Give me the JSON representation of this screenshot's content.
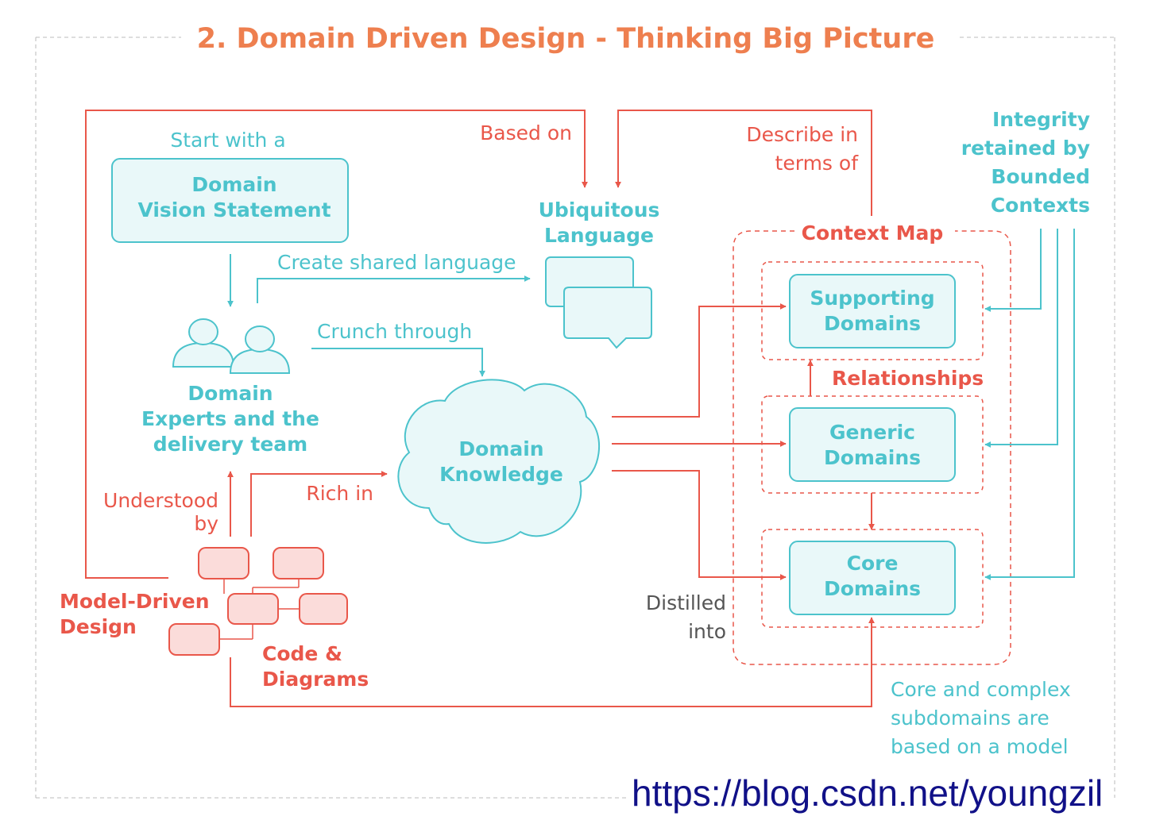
{
  "title": "2. Domain Driven Design - Thinking Big Picture",
  "colors": {
    "title": "#ee7f4f",
    "teal": "#4cc3cc",
    "teal_fill": "#e9f8f9",
    "red": "#e9574a",
    "pink_fill": "#fbdcda",
    "grey": "#555555"
  },
  "nodes": {
    "vision": {
      "intro": "Start with a",
      "line1": "Domain",
      "line2": "Vision Statement"
    },
    "experts": {
      "line1": "Domain",
      "line2": "Experts and the",
      "line3": "delivery team"
    },
    "ubiquitous": {
      "line1": "Ubiquitous",
      "line2": "Language"
    },
    "knowledge": {
      "line1": "Domain",
      "line2": "Knowledge"
    },
    "model_driven": {
      "line1": "Model-Driven",
      "line2": "Design"
    },
    "code": {
      "line1": "Code &",
      "line2": "Diagrams"
    },
    "context_map": "Context Map",
    "supporting": {
      "line1": "Supporting",
      "line2": "Domains"
    },
    "generic": {
      "line1": "Generic",
      "line2": "Domains"
    },
    "core": {
      "line1": "Core",
      "line2": "Domains"
    }
  },
  "edges": {
    "based_on": "Based on",
    "describe": {
      "line1": "Describe in",
      "line2": "terms of"
    },
    "create_shared": "Create shared language",
    "crunch": "Crunch through",
    "understood": {
      "line1": "Understood",
      "line2": "by"
    },
    "rich_in": "Rich in",
    "relationships": "Relationships",
    "distilled": {
      "line1": "Distilled",
      "line2": "into"
    },
    "integrity": {
      "line1": "Integrity",
      "line2": "retained by",
      "line3": "Bounded",
      "line4": "Contexts"
    },
    "core_complex": {
      "line1": "Core and complex",
      "line2": "subdomains are",
      "line3": "based on a model"
    }
  },
  "watermark": "https://blog.csdn.net/youngzil"
}
